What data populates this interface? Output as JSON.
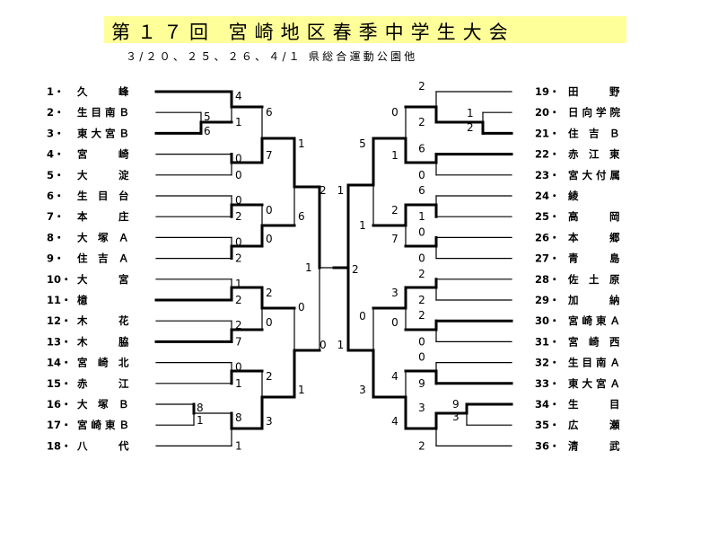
{
  "header": {
    "title": "第１７回 宮崎地区春季中学生大会",
    "subtitle": "３/２０、２５、２６、４/１ 県総合運動公園他"
  },
  "left_teams": [
    {
      "no": "1",
      "name": "久　　　峰"
    },
    {
      "no": "2",
      "name": "生 目 南 Ｂ"
    },
    {
      "no": "3",
      "name": "東 大 宮 Ｂ"
    },
    {
      "no": "4",
      "name": "宮　　　崎"
    },
    {
      "no": "5",
      "name": "大　　　淀"
    },
    {
      "no": "6",
      "name": "生　目　台"
    },
    {
      "no": "7",
      "name": "本　　　庄"
    },
    {
      "no": "8",
      "name": "大　塚　Ａ"
    },
    {
      "no": "9",
      "name": "住　吉　Ａ"
    },
    {
      "no": "10",
      "name": "大　　　宮"
    },
    {
      "no": "11",
      "name": "檍"
    },
    {
      "no": "12",
      "name": "木　　　花"
    },
    {
      "no": "13",
      "name": "木　　　脇"
    },
    {
      "no": "14",
      "name": "宮　崎　北"
    },
    {
      "no": "15",
      "name": "赤　　　江"
    },
    {
      "no": "16",
      "name": "大　塚　Ｂ"
    },
    {
      "no": "17",
      "name": "宮 崎 東 Ｂ"
    },
    {
      "no": "18",
      "name": "八　　　代"
    }
  ],
  "right_teams": [
    {
      "no": "19",
      "name": "田　　　野"
    },
    {
      "no": "20",
      "name": "日 向 学 院"
    },
    {
      "no": "21",
      "name": "住　吉　Ｂ"
    },
    {
      "no": "22",
      "name": "赤　江　東"
    },
    {
      "no": "23",
      "name": "宮 大 付 属"
    },
    {
      "no": "24",
      "name": "綾"
    },
    {
      "no": "25",
      "name": "高　　　岡"
    },
    {
      "no": "26",
      "name": "本　　　郷"
    },
    {
      "no": "27",
      "name": "青　　　島"
    },
    {
      "no": "28",
      "name": "佐　土　原"
    },
    {
      "no": "29",
      "name": "加　　　納"
    },
    {
      "no": "30",
      "name": "宮 崎 東 Ａ"
    },
    {
      "no": "31",
      "name": "宮　崎　西"
    },
    {
      "no": "32",
      "name": "生 目 南 Ａ"
    },
    {
      "no": "33",
      "name": "東 大 宮 Ａ"
    },
    {
      "no": "34",
      "name": "生　　　目"
    },
    {
      "no": "35",
      "name": "広　　　瀬"
    },
    {
      "no": "36",
      "name": "清　　　武"
    }
  ],
  "scores": {
    "l_r1_2_3": [
      "5",
      "6"
    ],
    "l_r1_16_17": [
      "8",
      "1"
    ],
    "l_r2_1": [
      "4",
      "1"
    ],
    "l_r2_4_5": [
      "0",
      "0"
    ],
    "l_r2_6_7": [
      "0",
      "2"
    ],
    "l_r2_8_9": [
      "0",
      "2"
    ],
    "l_r2_10_11": [
      "1",
      "2"
    ],
    "l_r2_12_13": [
      "2",
      "7"
    ],
    "l_r2_14_15": [
      "0",
      "1"
    ],
    "l_r2_18": [
      "8",
      "1"
    ],
    "l_r3_a": [
      "6",
      "7"
    ],
    "l_r3_b": [
      "0",
      "0"
    ],
    "l_r3_c": [
      "2",
      "0"
    ],
    "l_r3_d": [
      "2",
      "3"
    ],
    "l_r4_a": [
      "1",
      "6"
    ],
    "l_r4_b": [
      "0",
      "1"
    ],
    "l_sf": [
      "2　1",
      "0　1"
    ],
    "final": [
      "1",
      "2"
    ],
    "r_r1_20_21": [
      "1",
      "2"
    ],
    "r_r1_34_35": [
      "9",
      "3"
    ],
    "r_r2_19": [
      "2",
      "2"
    ],
    "r_r2_22_23": [
      "6",
      "0"
    ],
    "r_r2_24_25": [
      "6",
      "1"
    ],
    "r_r2_26_27": [
      "0",
      "0"
    ],
    "r_r2_28_29": [
      "2",
      "2"
    ],
    "r_r2_30_31": [
      "2",
      "0"
    ],
    "r_r2_32_33": [
      "0",
      "9"
    ],
    "r_r2_36": [
      "3",
      "2"
    ],
    "r_r3_a": [
      "0",
      "1"
    ],
    "r_r3_b": [
      "2",
      "7"
    ],
    "r_r3_c": [
      "3",
      "0"
    ],
    "r_r3_d": [
      "4",
      "4"
    ],
    "r_r4_a": [
      "5",
      "1"
    ],
    "r_r4_b": [
      "0",
      "3"
    ]
  }
}
